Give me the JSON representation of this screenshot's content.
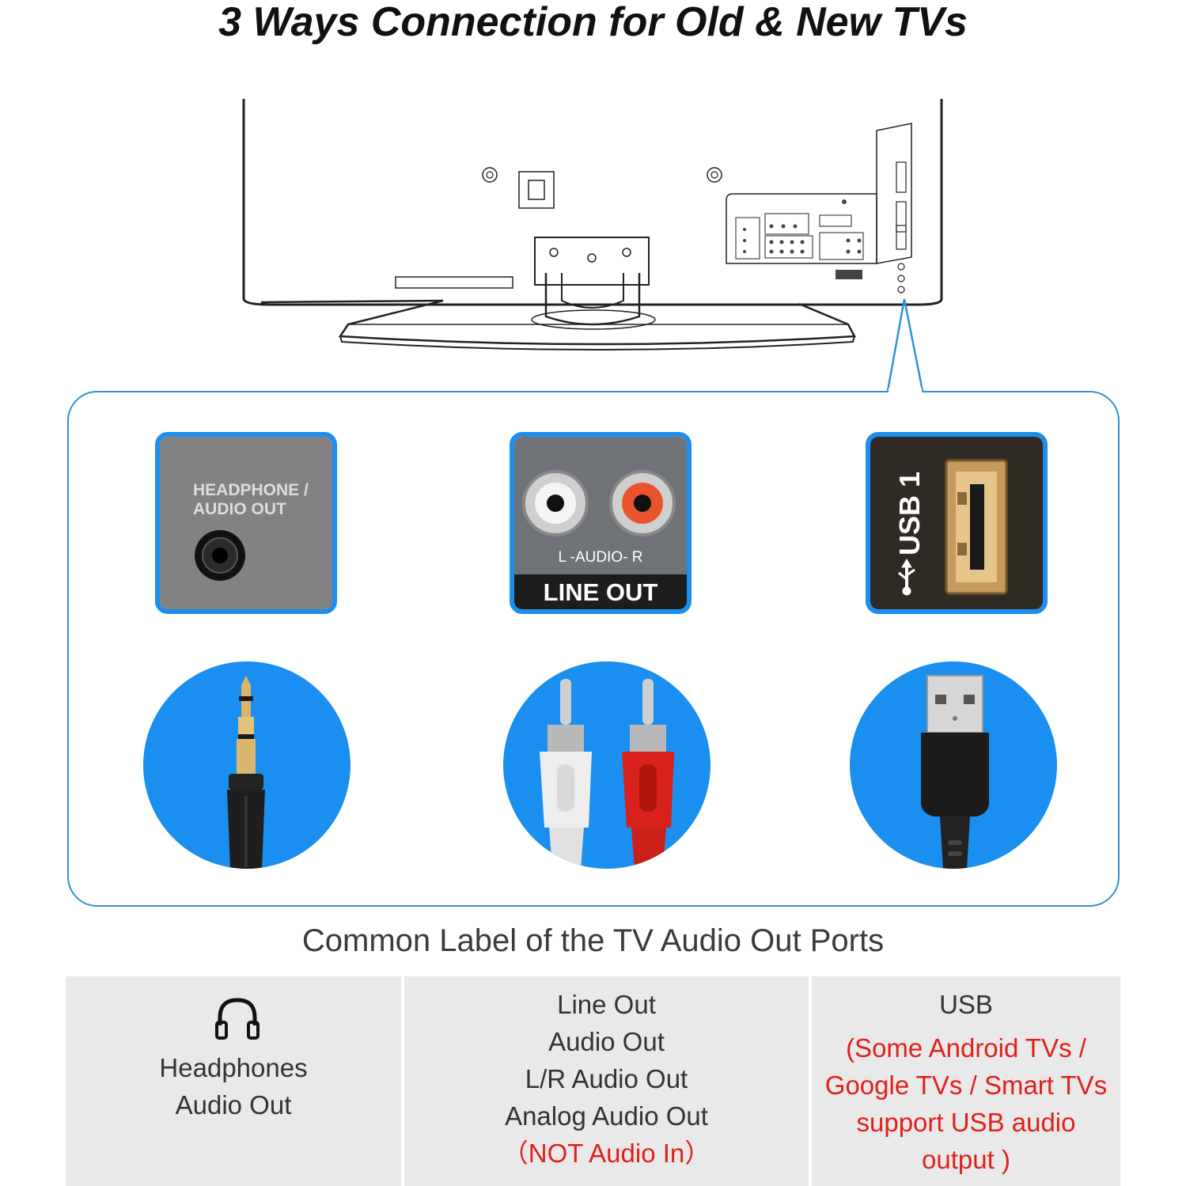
{
  "title": "3 Ways Connection for Old & New TVs",
  "ports": [
    {
      "id": "headphone",
      "photo_label_line1": "HEADPHONE /",
      "photo_label_line2": "AUDIO OUT"
    },
    {
      "id": "line-out",
      "photo_label_small": "L -AUDIO- R",
      "photo_label_big": "LINE OUT"
    },
    {
      "id": "usb",
      "photo_label": "USB 1"
    }
  ],
  "subtitle": "Common Label of the TV Audio Out Ports",
  "labels": {
    "headphone": {
      "icon": "headphones-icon",
      "line1": "Headphones",
      "line2": "Audio Out"
    },
    "line_out": {
      "line1": "Line Out",
      "line2": "Audio Out",
      "line3": "L/R Audio Out",
      "line4": "Analog Audio Out",
      "note": "（NOT Audio In）"
    },
    "usb": {
      "line1": "USB",
      "note1": "(Some Android TVs /",
      "note2": "Google TVs / Smart TVs",
      "note3": "support USB audio",
      "note4": "output )"
    }
  },
  "colors": {
    "accent": "#1a8ff0",
    "panel_border": "#2f92d8",
    "note_red": "#e0201d",
    "label_bg": "#e9e9e9"
  }
}
